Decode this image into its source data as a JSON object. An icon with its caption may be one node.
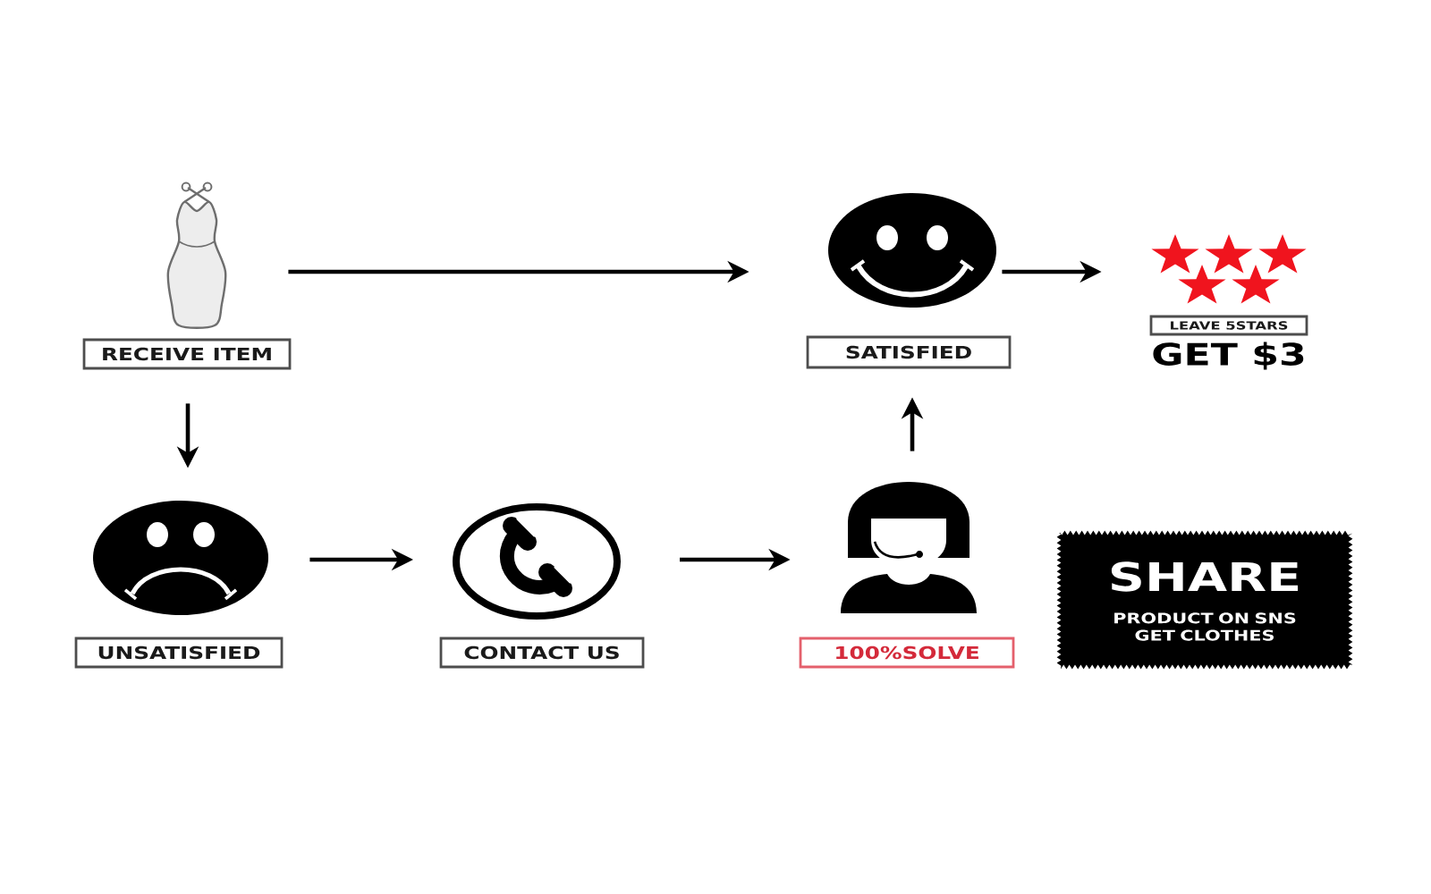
{
  "diagram": {
    "nodes": [
      {
        "text": [],
        "shape": "picture"
      },
      {
        "text": [
          "RECEIVE ITEM"
        ]
      },
      {
        "text": [],
        "shape": "picture"
      },
      {
        "text": [
          "SATISFIED"
        ]
      },
      {
        "text": [],
        "shape": "picture"
      },
      {
        "text": [
          "LEAVE 5STARS"
        ],
        "beside": [
          "GET $3"
        ]
      },
      {
        "text": [],
        "shape": "picture"
      },
      {
        "text": [
          "UNSATISFIED"
        ]
      },
      {
        "text": [],
        "shape": "picture"
      },
      {
        "text": [
          "CONTACT US"
        ]
      },
      {
        "text": [],
        "shape": "picture"
      },
      {
        "text": [
          "100%SOLVE"
        ]
      },
      {
        "text": [
          "SHARE",
          "PRODUCT ON SNS GET CLOTHES"
        ]
      }
    ],
    "edges": [
      {
        "from": 0,
        "to": 2,
        "arrow": "to"
      },
      {
        "from": 1,
        "to": 6,
        "arrow": "to"
      },
      {
        "from": 6,
        "to": 8,
        "arrow": "to"
      },
      {
        "from": 8,
        "to": 10,
        "arrow": "to"
      },
      {
        "from": 10,
        "to": 3,
        "arrow": "to"
      },
      {
        "from": 2,
        "to": 4,
        "arrow": "to"
      }
    ]
  }
}
